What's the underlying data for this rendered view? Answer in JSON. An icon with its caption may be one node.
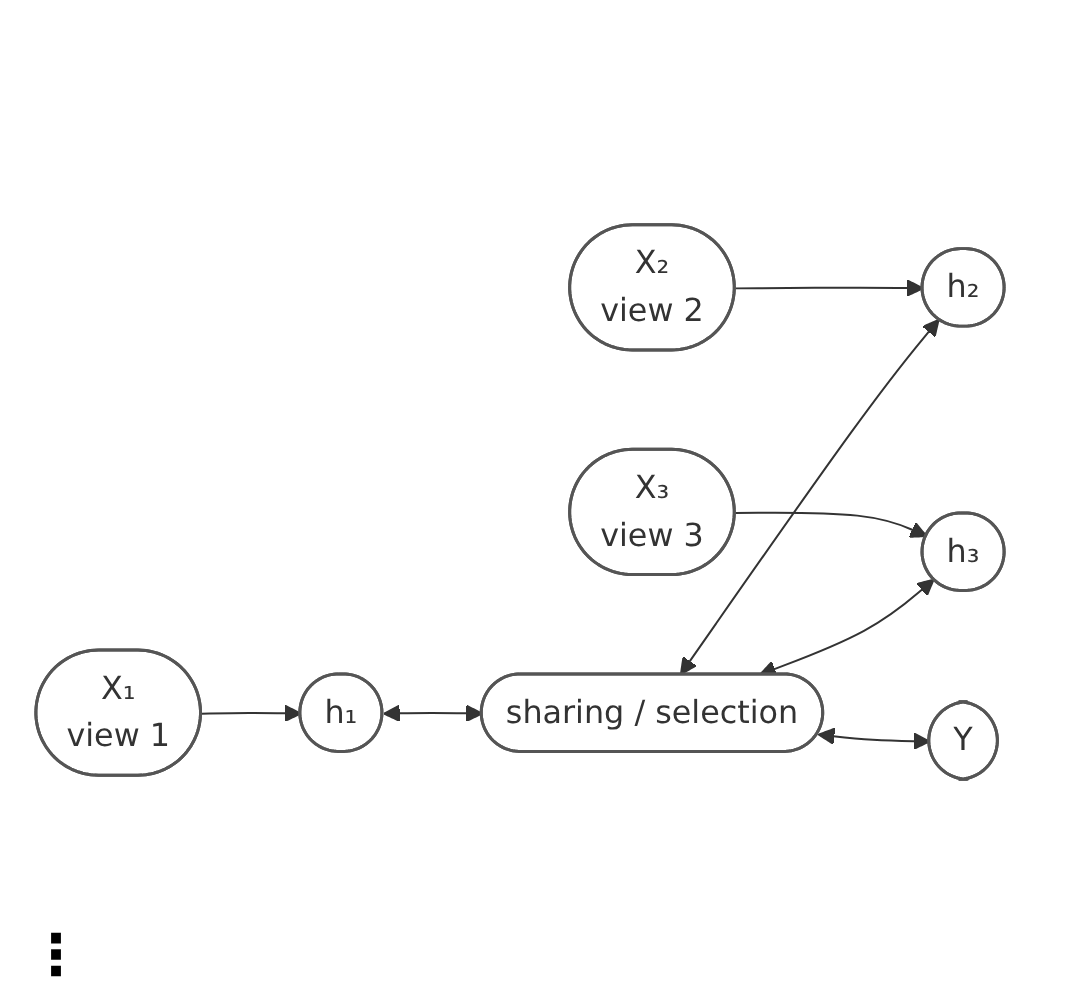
{
  "diagram": {
    "nodes": [
      {
        "text": [
          "X₁",
          "view 1"
        ]
      },
      {
        "text": [
          "h₁"
        ]
      },
      {
        "text": [
          "X₂",
          "view 2"
        ]
      },
      {
        "text": [
          "h₂"
        ]
      },
      {
        "text": [
          "X₃",
          "view 3"
        ]
      },
      {
        "text": [
          "h₃"
        ]
      },
      {
        "text": [
          "sharing / selection"
        ]
      },
      {
        "text": [
          "Y"
        ]
      }
    ],
    "edges": [
      {
        "from": 0,
        "to": 1,
        "arrow": "to"
      },
      {
        "from": 1,
        "to": 6,
        "arrow": "both"
      },
      {
        "from": 2,
        "to": 3,
        "arrow": "to"
      },
      {
        "from": 6,
        "to": 3,
        "arrow": "both"
      },
      {
        "from": 4,
        "to": 5,
        "arrow": "to"
      },
      {
        "from": 6,
        "to": 5,
        "arrow": "both"
      },
      {
        "from": 6,
        "to": 7,
        "arrow": "both"
      }
    ],
    "labels": [
      "⋮"
    ]
  }
}
